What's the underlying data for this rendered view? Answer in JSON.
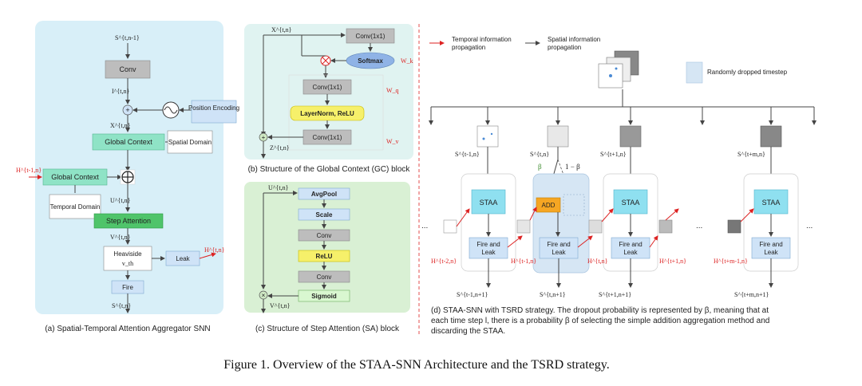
{
  "panel_a": {
    "top_var": "S^{t,n-1}",
    "conv": "Conv",
    "i_var": "I^{t,n}",
    "pos_encoding": "Position Encoding",
    "x_var": "X^{t,n}",
    "global_context": "Global Context",
    "spatial_domain": "Spatial Domain",
    "h_in": "H^{t-1,n}",
    "global_context_2": "Global Context",
    "temporal_domain": "Temporal Domain",
    "u_var": "U^{t,n}",
    "step_attention": "Step Attention",
    "v_var": "V^{t,n}",
    "heaviside": "Heaviside",
    "v_th": "v_th",
    "leak": "Leak",
    "h_out": "H^{t,n}",
    "fire": "Fire",
    "s_out": "S^{t,n}",
    "caption": "(a) Spatial-Temporal Attention Aggregator SNN"
  },
  "panel_b": {
    "x_var": "X^{t,n}",
    "conv1": "Conv(1x1)",
    "softmax": "Softmax",
    "wk": "W_k",
    "conv2": "Conv(1x1)",
    "wq": "W_q",
    "layernorm": "LayerNorm, ReLU",
    "conv3": "Conv(1x1)",
    "wv": "W_v",
    "z_var": "Z^{t,n}",
    "caption": "(b) Structure of the Global Context (GC) block"
  },
  "panel_c": {
    "u_var": "U^{t,n}",
    "layers": [
      "AvgPool",
      "Scale",
      "Conv",
      "ReLU",
      "Conv",
      "Sigmoid"
    ],
    "v_var": "V^{t,n}",
    "caption": "(c) Structure of Step Attention (SA) block"
  },
  "panel_d": {
    "legend_temporal": "Temporal information propagation",
    "legend_spatial": "Spatial information propagation",
    "legend_dropped": "Randomly dropped timestep",
    "beta": "β",
    "one_minus_beta": "1 − β",
    "columns": [
      {
        "s_in": "S^{t-1,n}",
        "block": "STAA",
        "fire": "Fire and Leak",
        "s_out": "S^{t-1,n+1}",
        "h_in": "H^{t-2,n}"
      },
      {
        "s_in": "S^{t,n}",
        "block": "ADD",
        "fire": "Fire and Leak",
        "s_out": "S^{t,n+1}",
        "h_in": "H^{t-1,n}"
      },
      {
        "s_in": "S^{t+1,n}",
        "block": "STAA",
        "fire": "Fire and Leak",
        "s_out": "S^{t+1,n+1}",
        "h_in": "H^{t,n}"
      },
      {
        "s_in": "S^{t+m,n}",
        "block": "STAA",
        "fire": "Fire and Leak",
        "s_out": "S^{t+m,n+1}",
        "h_in": "H^{t+m-1,n}"
      }
    ],
    "h_after_third": "H^{t+1,n}",
    "ellipsis": "...",
    "caption_lines": [
      "(d) STAA-SNN with TSRD strategy. The dropout probability is represented by β, meaning that at",
      "each time step l, there is a probability β of selecting the simple addition aggregation method and",
      "discarding the STAA."
    ]
  },
  "figure_caption": "Figure 1. Overview of the STAA-SNN Architecture and the TSRD strategy."
}
